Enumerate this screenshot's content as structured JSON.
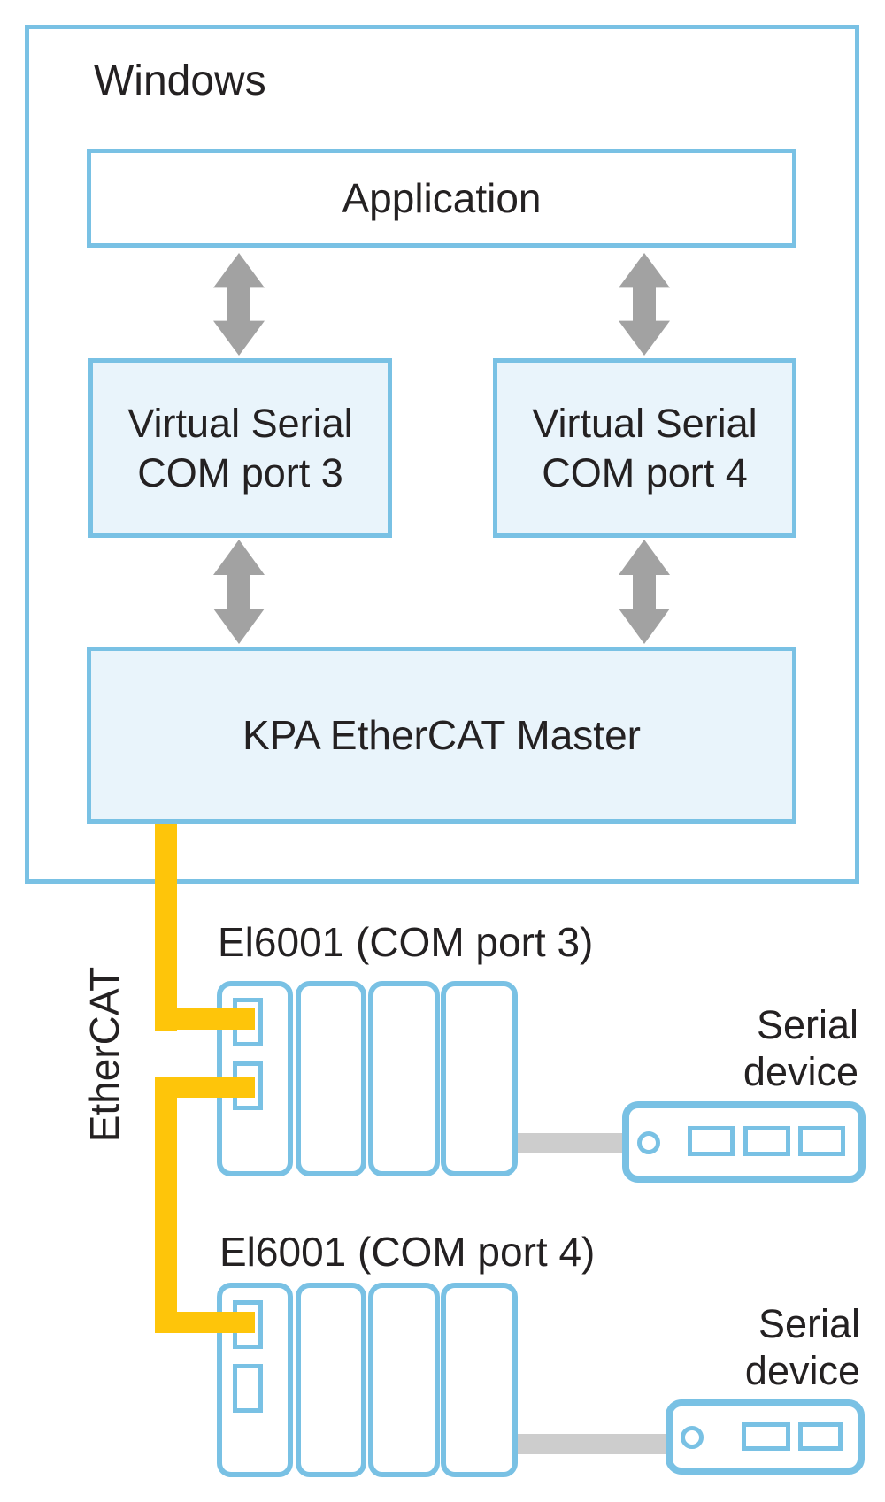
{
  "diagram": {
    "windows_label": "Windows",
    "application_label": "Application",
    "virtual_serial_com3": {
      "line1": "Virtual Serial",
      "line2": "COM port 3"
    },
    "virtual_serial_com4": {
      "line1": "Virtual Serial",
      "line2": "COM port 4"
    },
    "kpa_master_label": "KPA EtherCAT Master",
    "ethercat_bus_label": "EtherCAT",
    "terminal1_label": "El6001 (COM port 3)",
    "terminal2_label": "El6001 (COM port 4)",
    "serial_device1": {
      "line1": "Serial",
      "line2": "device"
    },
    "serial_device2": {
      "line1": "Serial",
      "line2": "device"
    },
    "colors": {
      "box_stroke": "#79c1e4",
      "box_fill": "#e9f4fb",
      "ethercat_yellow": "#fec50a",
      "arrow_gray": "#a2a2a2",
      "cable_gray": "#cdcdcd",
      "text": "#242122"
    }
  }
}
